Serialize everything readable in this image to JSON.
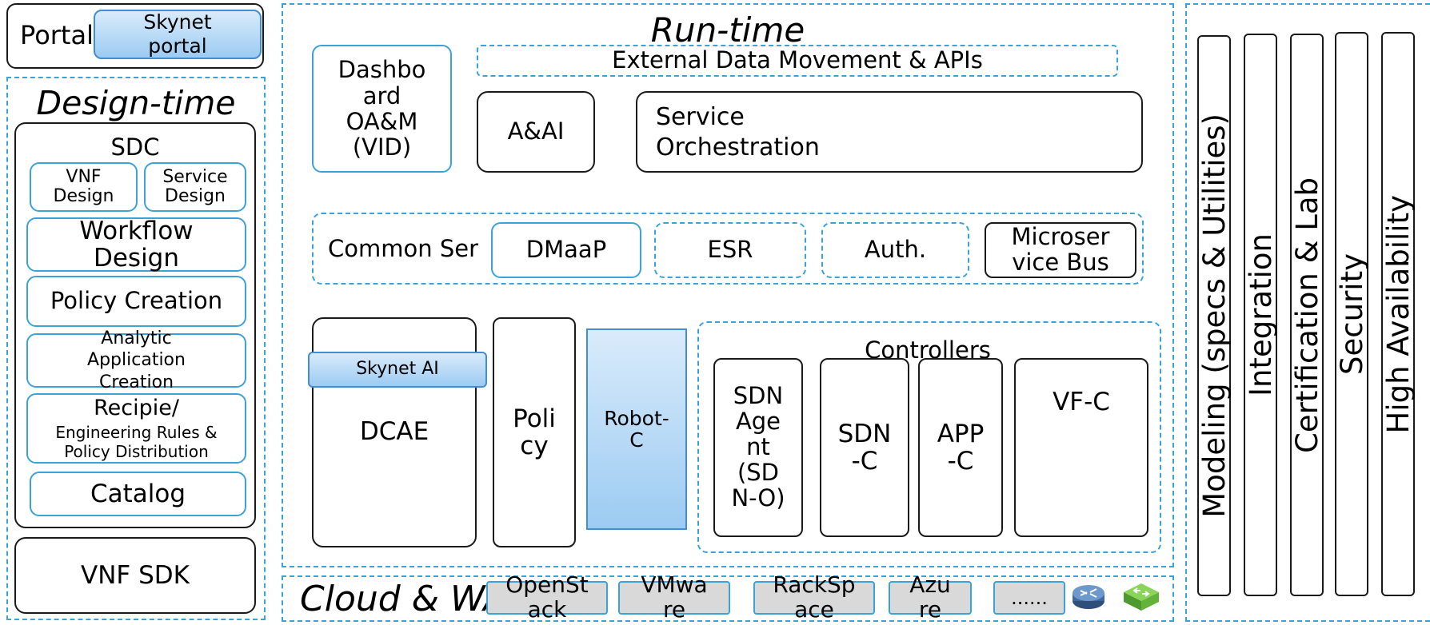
{
  "portal": {
    "label": "Portal",
    "skynet_portal": "Skynet\nportal"
  },
  "design_time": {
    "title": "Design-time",
    "sdc": "SDC",
    "vnf_design": "VNF\nDesign",
    "service_design": "Service\nDesign",
    "workflow_design": "Workflow\nDesign",
    "policy_creation": "Policy Creation",
    "analytic": "Analytic\nApplication\nCreation",
    "recipie_title": "Recipie/",
    "recipie_sub": "Engineering Rules &\nPolicy Distribution",
    "catalog": "Catalog",
    "vnf_sdk": "VNF SDK"
  },
  "run_time": {
    "title": "Run-time",
    "dashboard": "Dashbo\nard\nOA&M\n(VID)",
    "external": "External Data Movement & APIs",
    "aai": "A&AI",
    "service_orch": "Service\nOrchestration",
    "common": "Common Ser",
    "dmaap": "DMaaP",
    "esr": "ESR",
    "auth": "Auth.",
    "microservice": "Microser\nvice Bus",
    "skynet_ai": "Skynet AI",
    "dcae": "DCAE",
    "policy": "Poli\ncy",
    "robot": "Robot-\nC",
    "controllers": "Controllers",
    "sdn_agent": "SDN\nAge\nnt\n(SD\nN-O)",
    "sdn_c": "SDN\n-C",
    "app_c": "APP\n-C",
    "vf_c": "VF-C"
  },
  "cloud": {
    "title": "Cloud & WA",
    "items": [
      "OpenSt\nack",
      "VMwa\nre",
      "RackSp\nace",
      "Azu\nre",
      "......"
    ]
  },
  "side": {
    "items": [
      "Modeling (specs & Utilities)",
      "Integration",
      "Certification & Lab",
      "Security",
      "High Availability"
    ]
  },
  "colors": {
    "accent": "#3aa3d8",
    "highlight": "#9ccbf2",
    "cloud_box": "#d9d9d9"
  }
}
